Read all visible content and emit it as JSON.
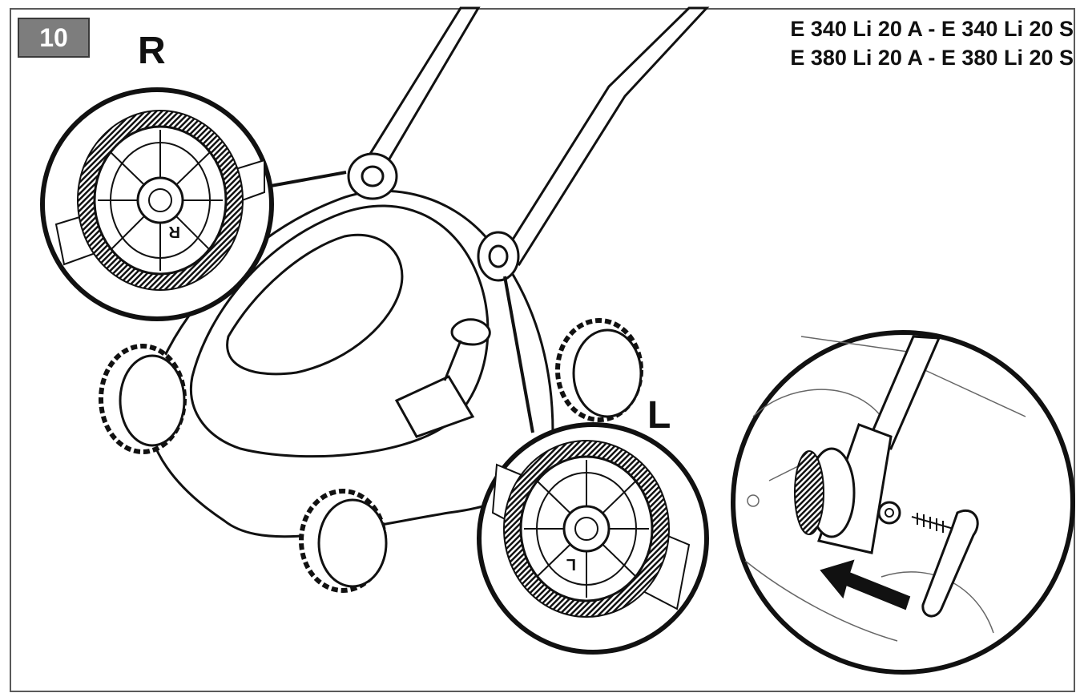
{
  "figure": {
    "step_number": "10",
    "right_wheel_label": "R",
    "left_wheel_label": "L",
    "wheel_marking_right": "R",
    "wheel_marking_left": "L",
    "models": [
      "E 340 Li 20 A - E 340 Li 20 S",
      "E 380 Li 20 A - E 380 Li 20 S"
    ]
  },
  "colors": {
    "line": "#111111",
    "badge": "#7d7d7d",
    "frame": "#5a5a5a"
  }
}
